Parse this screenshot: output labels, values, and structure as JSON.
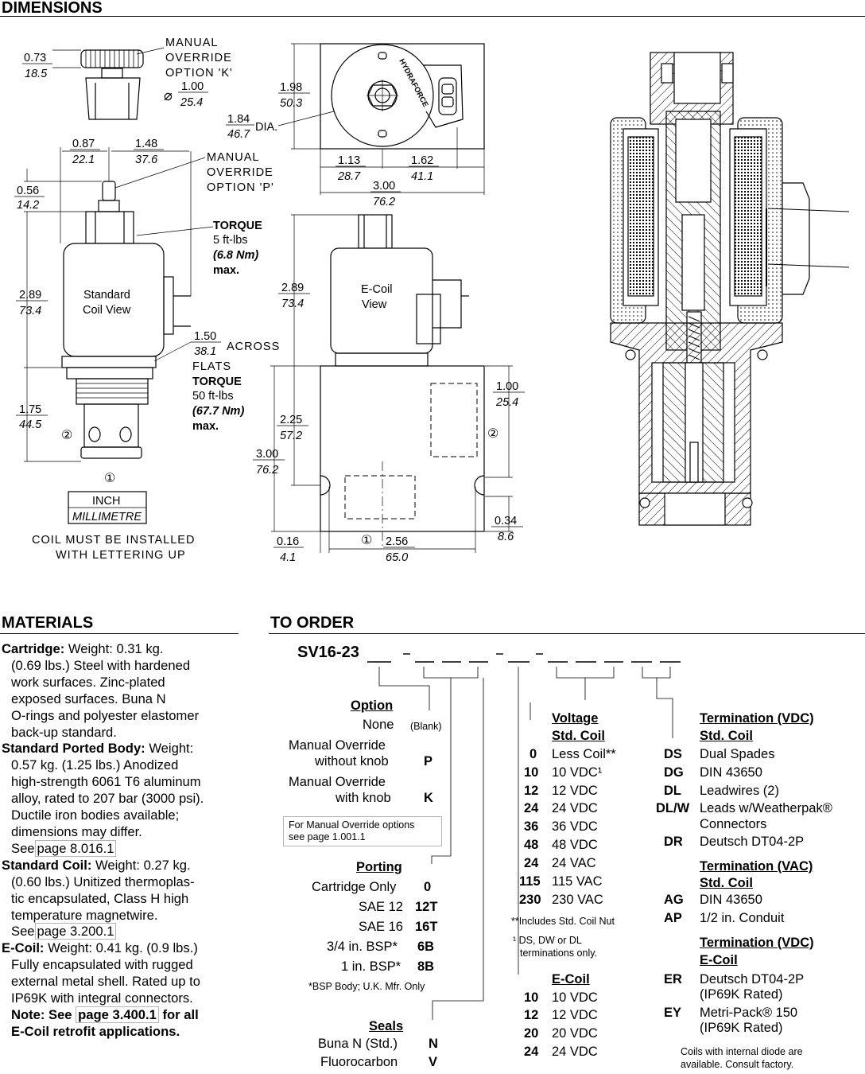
{
  "dimensions": {
    "heading": "DIMENSIONS",
    "left": {
      "knob_dim_in": "0.73",
      "knob_dim_mm": "18.5",
      "override_k_label_1": "MANUAL",
      "override_k_label_2": "OVERRIDE",
      "override_k_label_3": "OPTION 'K'",
      "dia_in": "1.00",
      "dia_mm": "25.4",
      "w1_in": "0.87",
      "w1_mm": "22.1",
      "w2_in": "1.48",
      "w2_mm": "37.6",
      "override_p_label_1": "MANUAL",
      "override_p_label_2": "OVERRIDE",
      "override_p_label_3": "OPTION 'P'",
      "h056_in": "0.56",
      "h056_mm": "14.2",
      "torque_label": "TORQUE",
      "torque_value": "5 ft-lbs",
      "torque_nm": "(6.8 Nm)",
      "torque_max": "max.",
      "coil_label_1": "Standard",
      "coil_label_2": "Coil View",
      "h289_in": "2.89",
      "h289_mm": "73.4",
      "flats_in": "1.50",
      "flats_mm": "38.1",
      "flats_label_1": "ACROSS",
      "flats_label_2": "FLATS",
      "torque2_label": "TORQUE",
      "torque2_value": "50 ft-lbs",
      "torque2_nm": "(67.7 Nm)",
      "torque2_max": "max.",
      "h175_in": "1.75",
      "h175_mm": "44.5",
      "port2": "②",
      "port1": "①",
      "legend_inch": "INCH",
      "legend_mm": "MILLIMETRE",
      "note_1": "COIL MUST BE INSTALLED",
      "note_2": "WITH LETTERING UP"
    },
    "middle": {
      "top_h_in": "1.98",
      "top_h_mm": "50.3",
      "dia_in": "1.84",
      "dia_mm": "46.7",
      "dia_label": "DIA.",
      "brand": "HYDRAFORCE",
      "w113_in": "1.13",
      "w113_mm": "28.7",
      "w162_in": "1.62",
      "w162_mm": "41.1",
      "w300_in": "3.00",
      "w300_mm": "76.2",
      "h289_in": "2.89",
      "h289_mm": "73.4",
      "ecoil_label_1": "E-Coil",
      "ecoil_label_2": "View",
      "h225_in": "2.25",
      "h225_mm": "57.2",
      "h300_in": "3.00",
      "h300_mm": "76.2",
      "h100_in": "1.00",
      "h100_mm": "25.4",
      "h034_in": "0.34",
      "h034_mm": "8.6",
      "w016_in": "0.16",
      "w016_mm": "4.1",
      "w256_in": "2.56",
      "w256_mm": "65.0",
      "port1": "①",
      "port2": "②"
    }
  },
  "materials": {
    "heading": "MATERIALS",
    "cartridge_label": "Cartridge:",
    "cartridge_text": [
      " Weight: 0.31 kg.",
      "(0.69 lbs.) Steel with hardened",
      "work surfaces. Zinc-plated",
      "exposed surfaces. Buna N",
      "O-rings and polyester elastomer",
      "back-up standard."
    ],
    "ported_label": "Standard Ported Body:",
    "ported_text": [
      " Weight:",
      "0.57 kg. (1.25 lbs.) Anodized",
      "high-strength 6061 T6 aluminum",
      "alloy, rated to 207 bar (3000 psi).",
      "Ductile iron bodies available;",
      "dimensions may differ."
    ],
    "ported_see": "See",
    "ported_ref": "page 8.016.1",
    "coil_label": "Standard Coil:",
    "coil_text": [
      " Weight: 0.27 kg.",
      "(0.60 lbs.) Unitized thermoplas-",
      "tic encapsulated, Class H high",
      "temperature magnetwire."
    ],
    "coil_see": "See",
    "coil_ref": "page 3.200.1",
    "ecoil_label": "E-Coil:",
    "ecoil_text": [
      " Weight: 0.41 kg. (0.9 lbs.)",
      "Fully encapsulated with rugged",
      "external metal shell. Rated up to",
      "IP69K with integral connectors."
    ],
    "ecoil_note_a": "Note: See",
    "ecoil_ref": "page 3.400.1",
    "ecoil_note_b": " for all",
    "ecoil_note_c": "E-Coil retrofit applications."
  },
  "order": {
    "heading": "TO ORDER",
    "model": "SV16-23",
    "option": {
      "title": "Option",
      "rows": [
        {
          "name": "None",
          "code": "(Blank)"
        },
        {
          "name_1": "Manual Override",
          "name_2": "without knob",
          "code": "P"
        },
        {
          "name_1": "Manual Override",
          "name_2": "with knob",
          "code": "K"
        }
      ],
      "note_1": "For Manual Override options",
      "note_2": "see page 1.001.1"
    },
    "porting": {
      "title": "Porting",
      "rows": [
        {
          "name": "Cartridge Only",
          "code": "0"
        },
        {
          "name": "SAE 12",
          "code": "12T"
        },
        {
          "name": "SAE 16",
          "code": "16T"
        },
        {
          "name": "3/4 in. BSP*",
          "code": "6B"
        },
        {
          "name": "1 in. BSP*",
          "code": "8B"
        }
      ],
      "footnote": "*BSP Body; U.K. Mfr. Only"
    },
    "seals": {
      "title": "Seals",
      "rows": [
        {
          "name": "Buna N (Std.)",
          "code": "N"
        },
        {
          "name": "Fluorocarbon",
          "code": "V"
        }
      ]
    },
    "voltage": {
      "title_1": "Voltage",
      "title_2": "Std. Coil",
      "rows": [
        {
          "code": "0",
          "name": "Less Coil**"
        },
        {
          "code": "10",
          "name": "10 VDC¹"
        },
        {
          "code": "12",
          "name": "12 VDC"
        },
        {
          "code": "24",
          "name": "24 VDC"
        },
        {
          "code": "36",
          "name": "36 VDC"
        },
        {
          "code": "48",
          "name": "48 VDC"
        },
        {
          "code": "24",
          "name": "24 VAC"
        },
        {
          "code": "115",
          "name": "115 VAC"
        },
        {
          "code": "230",
          "name": "230 VAC"
        }
      ],
      "footnote_1": "**Includes Std. Coil Nut",
      "footnote_2": "¹ DS, DW or DL",
      "footnote_3": "terminations only."
    },
    "ecoil": {
      "title": "E-Coil",
      "rows": [
        {
          "code": "10",
          "name": "10 VDC"
        },
        {
          "code": "12",
          "name": "12 VDC"
        },
        {
          "code": "20",
          "name": "20 VDC"
        },
        {
          "code": "24",
          "name": "24 VDC"
        }
      ]
    },
    "term_vdc": {
      "title_1": "Termination (VDC)",
      "title_2": "Std. Coil",
      "rows": [
        {
          "code": "DS",
          "name": "Dual Spades"
        },
        {
          "code": "DG",
          "name": "DIN 43650"
        },
        {
          "code": "DL",
          "name": "Leadwires (2)"
        },
        {
          "code": "DL/W",
          "name": "Leads w/Weatherpak®",
          "name_2": "Connectors"
        },
        {
          "code": "DR",
          "name": "Deutsch DT04-2P"
        }
      ]
    },
    "term_vac": {
      "title_1": "Termination (VAC)",
      "title_2": "Std. Coil",
      "rows": [
        {
          "code": "AG",
          "name": "DIN 43650"
        },
        {
          "code": "AP",
          "name": "1/2 in. Conduit"
        }
      ]
    },
    "term_ecoil": {
      "title_1": "Termination (VDC)",
      "title_2": "E-Coil",
      "rows": [
        {
          "code": "ER",
          "name": "Deutsch DT04-2P",
          "name_2": "(IP69K Rated)"
        },
        {
          "code": "EY",
          "name": "Metri-Pack® 150",
          "name_2": "(IP69K Rated)"
        }
      ],
      "note_1": "Coils with internal diode are",
      "note_2": "available. Consult factory."
    }
  }
}
